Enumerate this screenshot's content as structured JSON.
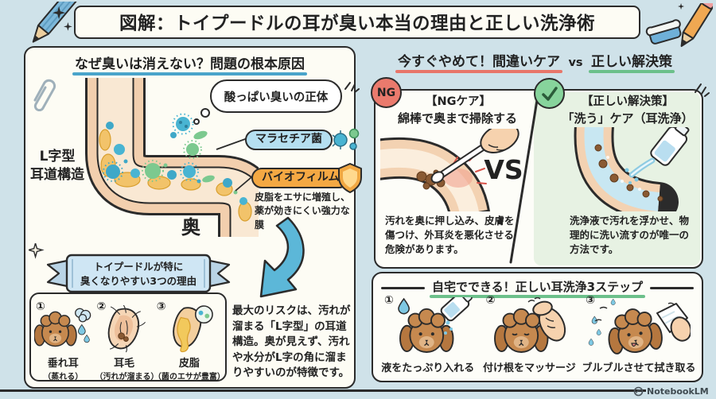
{
  "title": "図解：トイプードルの耳が臭い本当の理由と正しい洗浄術",
  "left": {
    "heading": "なぜ臭いは消えない？問題の根本原因",
    "bubble": "酸っぱい臭いの正体",
    "canal_label_1": "L字型",
    "canal_label_2": "耳道構造",
    "malassezia": "マラセチア菌",
    "biofilm": "バイオフィルム",
    "biofilm_desc": "皮脂をエサに増殖し、薬が効きにくい強力な膜",
    "depth": "奥",
    "ribbon_1": "トイプードルが特に",
    "ribbon_2": "臭くなりやすい3つの理由",
    "reasons": [
      {
        "num": "①",
        "label": "垂れ耳",
        "sub": "（蒸れる）"
      },
      {
        "num": "②",
        "label": "耳毛",
        "sub": "（汚れが溜まる）"
      },
      {
        "num": "③",
        "label": "皮脂",
        "sub": "（菌のエサが豊富）"
      }
    ],
    "risk_text": "最大のリスクは、汚れが溜まる「L字型」の耳道構造。奥が見えず、汚れや水分がL字の角に溜まりやすいのが特徴です。"
  },
  "right": {
    "heading_ng": "今すぐやめて！間違いケア",
    "heading_vs": "vs",
    "heading_ok": "正しい解決策",
    "ng_badge": "NG",
    "ng_title": "【NGケア】",
    "ng_sub": "綿棒で奥まで掃除する",
    "ng_desc": "汚れを奥に押し込み、皮膚を傷つけ、外耳炎を悪化させる危険があります。",
    "vs": "VS",
    "ok_title": "【正しい解決策】",
    "ok_sub": "「洗う」ケア（耳洗浄）",
    "ok_desc": "洗浄液で汚れを浮かせ、物理的に洗い流すのが唯一の方法です。",
    "steps_heading": "自宅でできる！正しい耳洗浄3ステップ",
    "steps": [
      {
        "num": "①",
        "label": "液をたっぷり入れる"
      },
      {
        "num": "②",
        "label": "付け根をマッサージ"
      },
      {
        "num": "③",
        "label": "ブルブルさせて拭き取る"
      }
    ]
  },
  "footer": {
    "brand": "NotebookLM"
  },
  "colors": {
    "background": "#cfe2e9",
    "panel": "#fdfcf4",
    "ink": "#2b2b2b",
    "underline_blue": "#4aa4ca",
    "underline_red": "#e8766a",
    "underline_green": "#6cc08b",
    "ng_red": "#ea7a6d",
    "ok_green": "#87d49c",
    "ok_bg": "#e7f2e3",
    "pill_blue": "#b5dff0",
    "pill_orange": "#f4a843",
    "skin": "#f2cfae",
    "wax_yellow": "#f2c36a",
    "bacteria_teal": "#3fa8c8",
    "bacteria_green": "#7cc98f",
    "arrow_blue": "#5cb7d8",
    "poodle_brown": "#c6894f"
  }
}
